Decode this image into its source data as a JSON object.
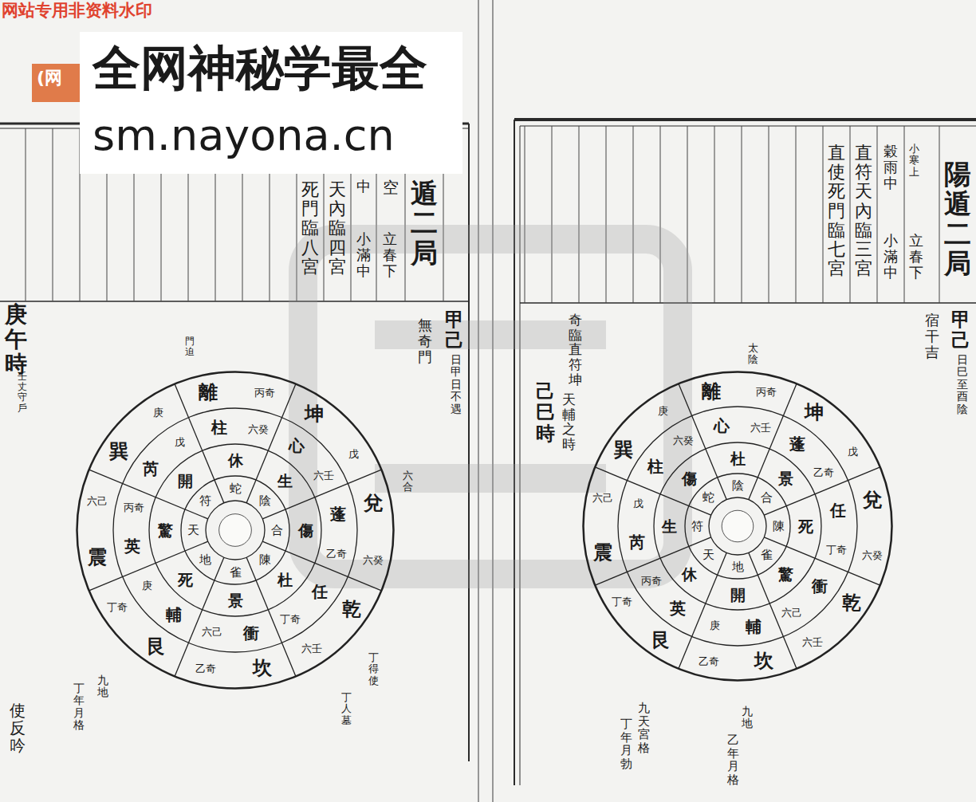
{
  "diagram": {
    "title": "陽遁二局",
    "nodes": [
      {
        "text": [
          "離",
          "丙奇",
          "心",
          "六壬",
          "杜",
          "陰",
          "坤",
          "戊",
          "蓬",
          "乙奇",
          "景",
          "合",
          "兌",
          "六癸",
          "任",
          "丁奇",
          "死",
          "陳",
          "乾",
          "六壬",
          "衝",
          "六己",
          "驚",
          "雀",
          "坎",
          "乙奇",
          "輔",
          "庚",
          "開",
          "地",
          "艮",
          "丁奇",
          "英",
          "丙奇",
          "休",
          "天",
          "震",
          "六己",
          "芮",
          "戊",
          "生",
          "符",
          "巽",
          "庚",
          "柱",
          "六癸",
          "傷",
          "蛇"
        ]
      },
      {
        "text": [
          "離",
          "丙奇",
          "柱",
          "六癸",
          "休",
          "蛇",
          "坤",
          "戊",
          "心",
          "六壬",
          "生",
          "陰",
          "兌",
          "六癸",
          "蓬",
          "乙奇",
          "傷",
          "合",
          "乾",
          "六壬",
          "任",
          "丁奇",
          "杜",
          "陳",
          "坎",
          "乙奇",
          "衝",
          "六己",
          "景",
          "雀",
          "艮",
          "丁奇",
          "輔",
          "庚",
          "死",
          "地",
          "震",
          "六己",
          "英",
          "丙奇",
          "驚",
          "天",
          "巽",
          "庚",
          "芮",
          "戊",
          "開",
          "符"
        ]
      }
    ],
    "labels": [
      "网站专用非资料水印",
      "(网",
      "全网神秘学最全",
      "sm.nayona.cn",
      "小寒上",
      "立春下",
      "穀雨中",
      "小滿中",
      "直符天內臨三宮",
      "直使死門臨七宮",
      "甲己",
      "日巳至酉陰",
      "宿干吉",
      "奇臨直符坤",
      "己巳時",
      "天輔之時",
      "太陰",
      "九天宮格",
      "丁年月勃",
      "九地",
      "乙年月格",
      "遁二局",
      "空",
      "立春下",
      "中",
      "小滿中",
      "天內臨四宮",
      "死門臨八宮",
      "甲己",
      "日甲日不遇",
      "無奇門",
      "庚午時",
      "壬丈守戶",
      "門迫",
      "六合",
      "丁得使",
      "丁人墓",
      "九地",
      "丁年月格",
      "使反吟"
    ]
  }
}
